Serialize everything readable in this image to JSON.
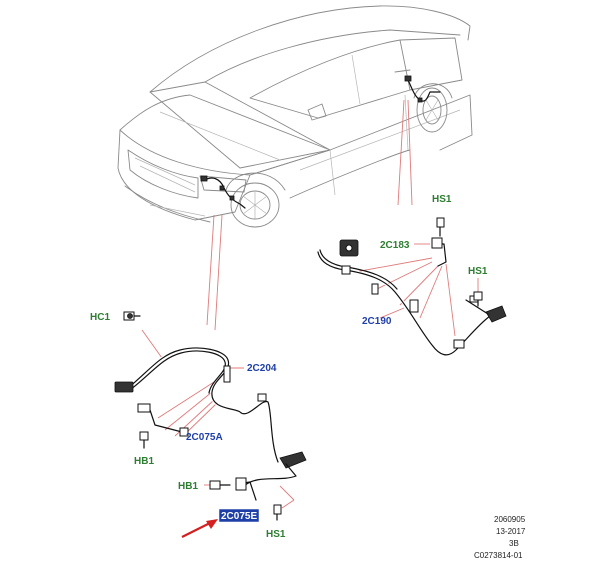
{
  "labels": {
    "hs1_top": "HS1",
    "c183": "2C183",
    "hs1_right": "HS1",
    "c190": "2C190",
    "hc1": "HC1",
    "c204": "2C204",
    "c075a": "2C075A",
    "hb1_left": "HB1",
    "hb1_bottom": "HB1",
    "c075e": "2C075E",
    "hs1_bottom": "HS1"
  },
  "reference": {
    "line1": "2060905",
    "line2": "13-2017",
    "line3": "3B",
    "line4": "C0273814-01"
  },
  "colors": {
    "fastener_label": "#2e7d32",
    "connector_label": "#1f3fa8",
    "selected_highlight": "#1f3fa8",
    "leader_line": "#e07a7a",
    "pointer_arrow": "#d42020"
  },
  "selected_item": "2C075E"
}
